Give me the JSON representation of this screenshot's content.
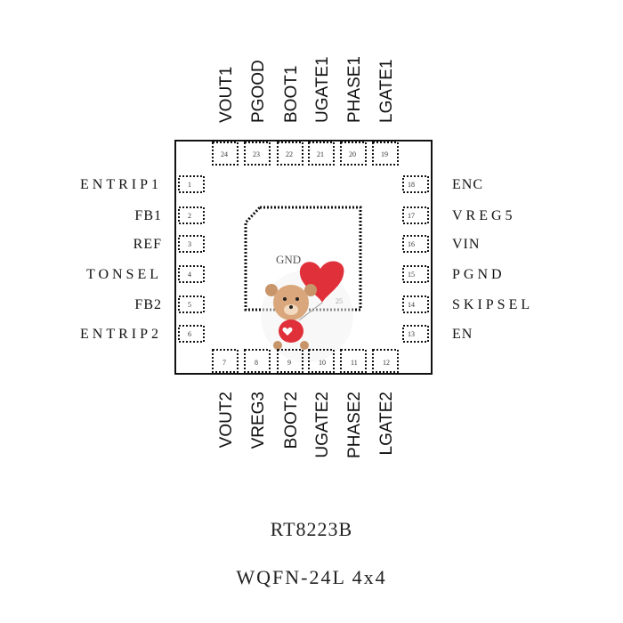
{
  "part_number": "RT8223B",
  "package": "WQFN-24L  4x4",
  "center_pad": {
    "label": "GND",
    "number": "25"
  },
  "pins": {
    "left": [
      {
        "num": "1",
        "name": "ENTRIP1"
      },
      {
        "num": "2",
        "name": "FB1"
      },
      {
        "num": "3",
        "name": "REF"
      },
      {
        "num": "4",
        "name": "TONSEL"
      },
      {
        "num": "5",
        "name": "FB2"
      },
      {
        "num": "6",
        "name": "ENTRIP2"
      }
    ],
    "bottom": [
      {
        "num": "7",
        "name": "VOUT2"
      },
      {
        "num": "8",
        "name": "VREG3"
      },
      {
        "num": "9",
        "name": "BOOT2"
      },
      {
        "num": "10",
        "name": "UGATE2"
      },
      {
        "num": "11",
        "name": "PHASE2"
      },
      {
        "num": "12",
        "name": "LGATE2"
      }
    ],
    "right": [
      {
        "num": "13",
        "name": "EN"
      },
      {
        "num": "14",
        "name": "SKIPSEL"
      },
      {
        "num": "15",
        "name": "PGND"
      },
      {
        "num": "16",
        "name": "VIN"
      },
      {
        "num": "17",
        "name": "VREG5"
      },
      {
        "num": "18",
        "name": "ENC"
      }
    ],
    "top": [
      {
        "num": "19",
        "name": "LGATE1"
      },
      {
        "num": "20",
        "name": "PHASE1"
      },
      {
        "num": "21",
        "name": "UGATE1"
      },
      {
        "num": "22",
        "name": "BOOT1"
      },
      {
        "num": "23",
        "name": "PGOOD"
      },
      {
        "num": "24",
        "name": "VOUT1"
      }
    ]
  }
}
